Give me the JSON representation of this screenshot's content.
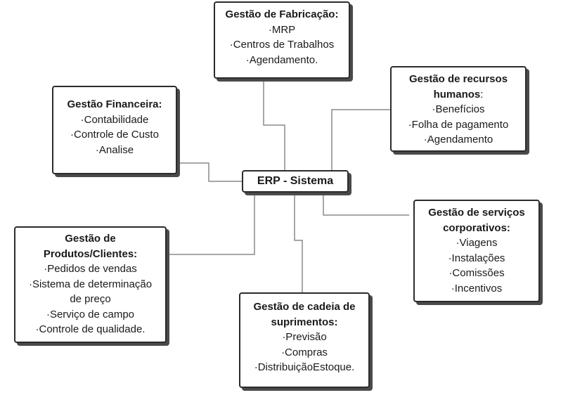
{
  "center": {
    "label": "ERP - Sistema"
  },
  "nodes": {
    "fabricacao": {
      "title": "Gestão de Fabricação:",
      "items": [
        "·MRP",
        "·Centros de Trabalhos",
        "·Agendamento."
      ]
    },
    "financeira": {
      "title": "Gestão Financeira:",
      "items": [
        "·Contabilidade",
        "·Controle de Custo",
        "·Analise"
      ]
    },
    "rh": {
      "title_line1": "Gestão de recursos",
      "title_line2_bold": "humanos",
      "title_line2_rest": ":",
      "items": [
        "·Benefícios",
        "·Folha de pagamento",
        "·Agendamento"
      ]
    },
    "servicos": {
      "title_line1": "Gestão de serviços",
      "title_line2": "corporativos:",
      "items": [
        "·Viagens",
        "·Instalações",
        "·Comissões",
        "·Incentivos"
      ]
    },
    "produtos": {
      "title_line1": "Gestão de",
      "title_line2": "Produtos/Clientes:",
      "items": [
        "·Pedidos de vendas",
        "·Sistema de determinação",
        "de preço",
        "·Serviço de campo",
        "·Controle de qualidade."
      ]
    },
    "suprimentos": {
      "title_line1": "Gestão de cadeia de",
      "title_line2": "suprimentos:",
      "items": [
        "·Previsão",
        "·Compras",
        "·DistribuiçãoEstoque."
      ]
    }
  }
}
